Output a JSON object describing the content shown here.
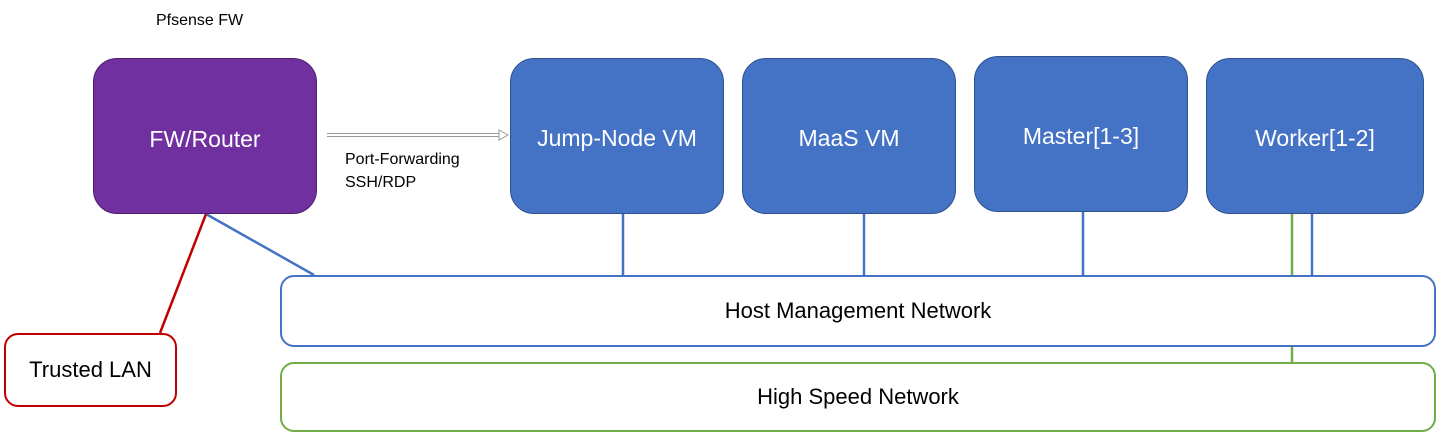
{
  "firewall": {
    "caption": "Pfsense FW",
    "label": "FW/Router"
  },
  "port_forwarding": {
    "line1": "Port-Forwarding",
    "line2": "SSH/RDP"
  },
  "vms": {
    "jump_node": "Jump-Node VM",
    "maas": "MaaS VM",
    "master": "Master[1-3]",
    "worker": "Worker[1-2]"
  },
  "networks": {
    "host_management": "Host Management Network",
    "high_speed": "High Speed Network",
    "trusted_lan": "Trusted LAN"
  },
  "colors": {
    "router": "#7030a0",
    "vm": "#4472c4",
    "management_link": "#4472c4",
    "high_speed_link": "#70ad47",
    "trusted_link": "#c00000",
    "arrow": "#a6a6a6"
  }
}
